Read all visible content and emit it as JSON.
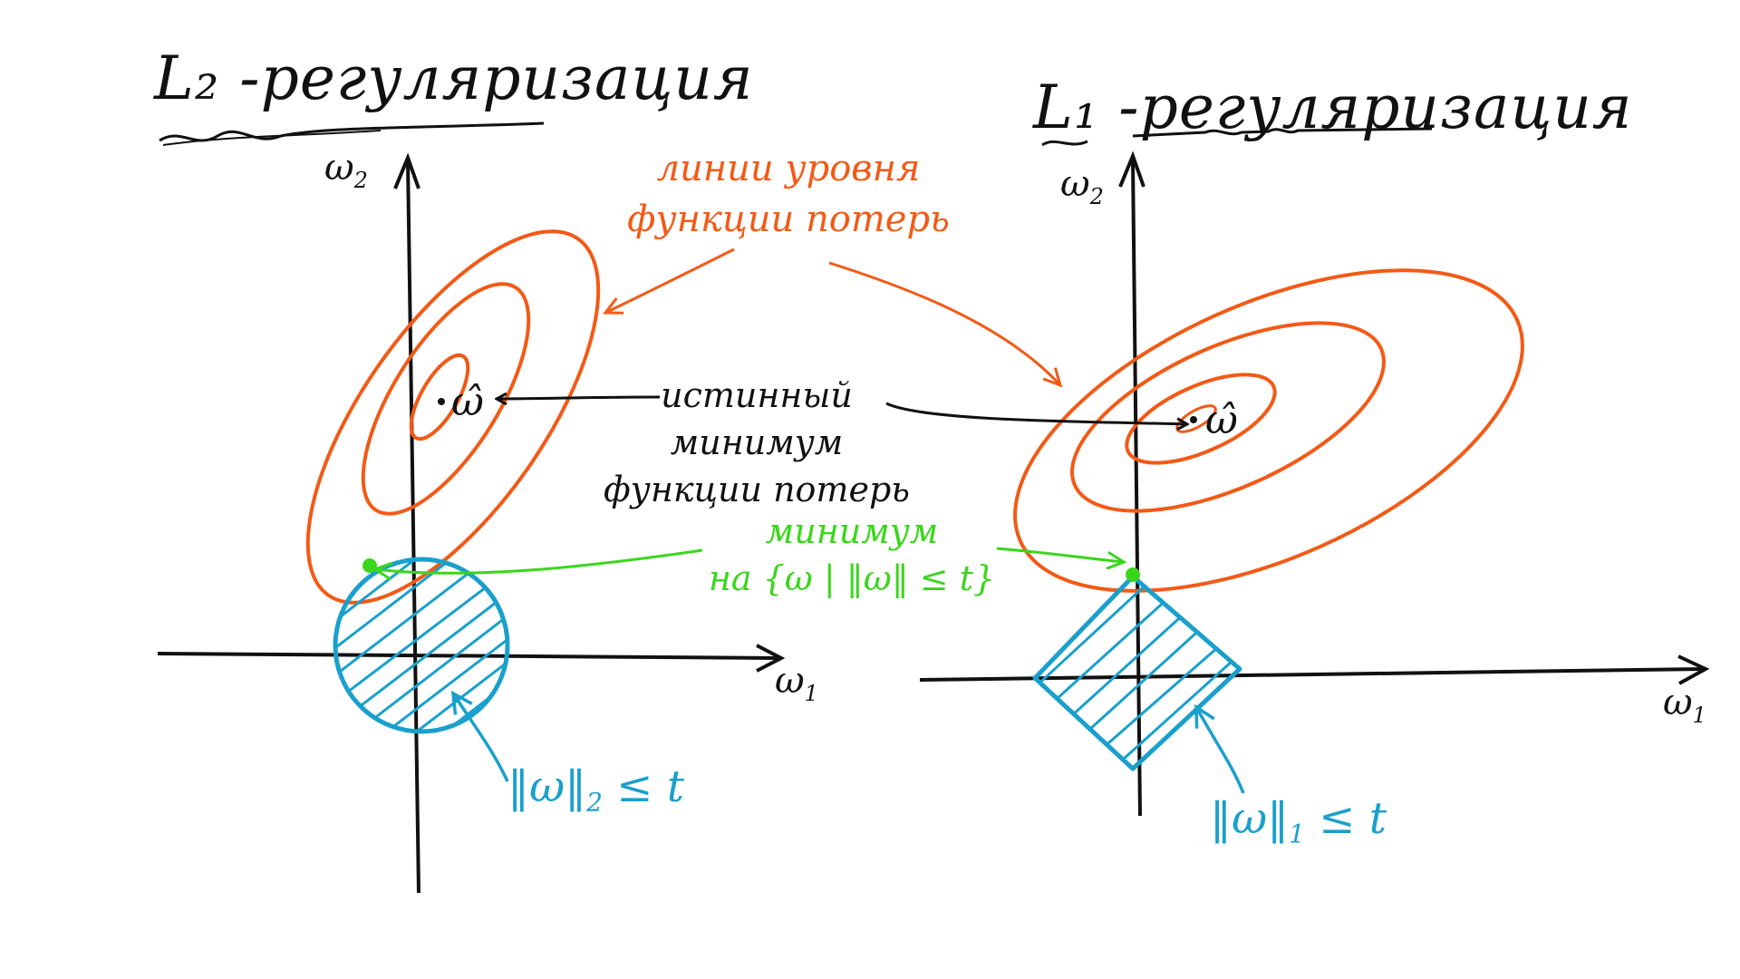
{
  "left_panel": {
    "title": "L₂ -регуляризация",
    "w2_label": "ω",
    "w2_sub": "2",
    "w1_label": "ω",
    "w1_sub": "1",
    "constraint_label": "‖ω‖",
    "constraint_sub": "2",
    "constraint_rel": "≤ t",
    "w_hat": "ω̂"
  },
  "right_panel": {
    "title": "L₁ -регуляризация",
    "w2_label": "ω",
    "w2_sub": "2",
    "w1_label": "ω",
    "w1_sub": "1",
    "constraint_label": "‖ω‖",
    "constraint_sub": "1",
    "constraint_rel": "≤ t",
    "w_hat": "ω̂"
  },
  "annotations": {
    "level_lines_line1": "линии уровня",
    "level_lines_line2": "функции потерь",
    "true_min_line1": "истинный",
    "true_min_line2": "минимум",
    "true_min_line3": "функции потерь",
    "constrained_min_line1": "минимум",
    "constrained_min_line2": "на {ω | ‖ω‖ ≤ t}"
  },
  "colors": {
    "loss_contours": "#f25a16",
    "constraint_region": "#1aa0cc",
    "constrained_min": "#3ad61c",
    "ink": "#111111"
  }
}
